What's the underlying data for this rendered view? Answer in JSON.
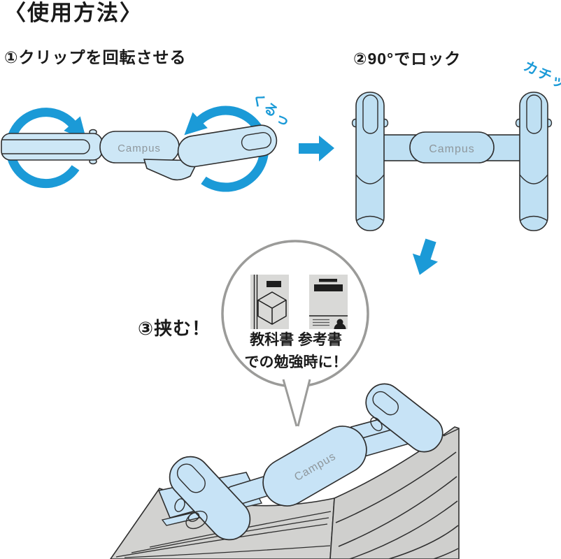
{
  "page": {
    "title": "〈使用方法〉"
  },
  "steps": [
    {
      "label": "①クリップを回転させる",
      "sound_effect": "くるっ"
    },
    {
      "label": "②90°でロック",
      "sound_effect": "カチッ"
    },
    {
      "label": "③挟む！"
    }
  ],
  "brand": "Campus",
  "speech_bubble": {
    "line1": "教科書 参考書",
    "line2": "での勉強時に！",
    "icons": [
      "textbook-icon",
      "reference-book-icon"
    ]
  },
  "colors": {
    "accent_blue": "#1b9ad7",
    "clip_fill_light": "#cde7f6",
    "clip_fill_medium": "#bfe0f3",
    "clip_outline": "#2e2e2e",
    "page_gray": "#d2d2d0",
    "page_gray_right": "#cfcfcd",
    "book_icon_gray": "#d9d9d7",
    "icon_ink": "#1e1e1e",
    "bubble_outline": "#9b9b99",
    "campus_text_gray": "#8e979c"
  }
}
